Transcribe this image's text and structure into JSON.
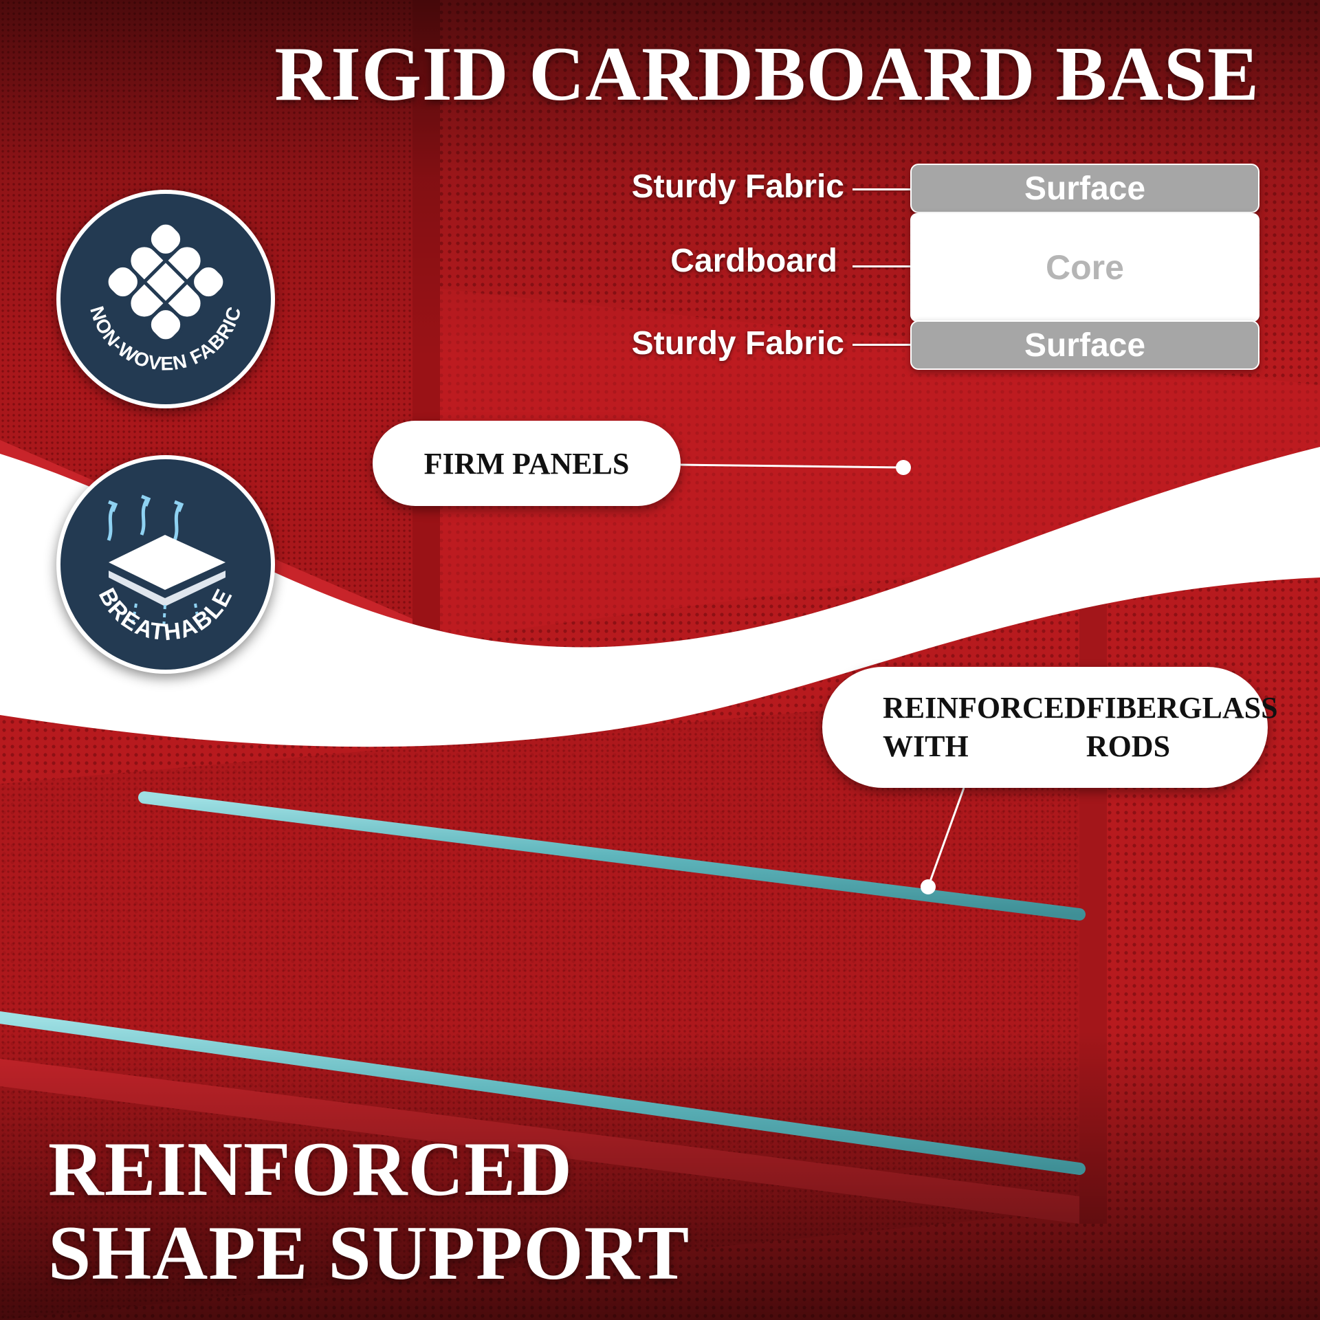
{
  "colors": {
    "fabric_red": "#b3191d",
    "fabric_dark": "#7d0c10",
    "badge_navy": "#233a52",
    "rod_teal": "#6fc3c9",
    "layer_gray": "#a6a6a6",
    "text_white": "#ffffff"
  },
  "headline": "RIGID CARDBOARD BASE",
  "layers": {
    "top_label": "Sturdy Fabric",
    "top_layer": "Surface",
    "middle_label": "Cardboard",
    "middle_layer": "Core",
    "bottom_label": "Sturdy Fabric",
    "bottom_layer": "Surface"
  },
  "callouts": {
    "firm_panels": "FIRM PANELS",
    "rods_line1": "REINFORCED WITH",
    "rods_line2": "FIBERGLASS RODS"
  },
  "badges": {
    "fabric": {
      "text": "NON-WOVEN FABRIC",
      "icon": "woven-pattern-icon"
    },
    "breathable": {
      "text": "BREATHABLE",
      "icon": "airflow-layers-icon"
    }
  },
  "footer": {
    "line1": "REINFORCED",
    "line2": "SHAPE SUPPORT"
  }
}
